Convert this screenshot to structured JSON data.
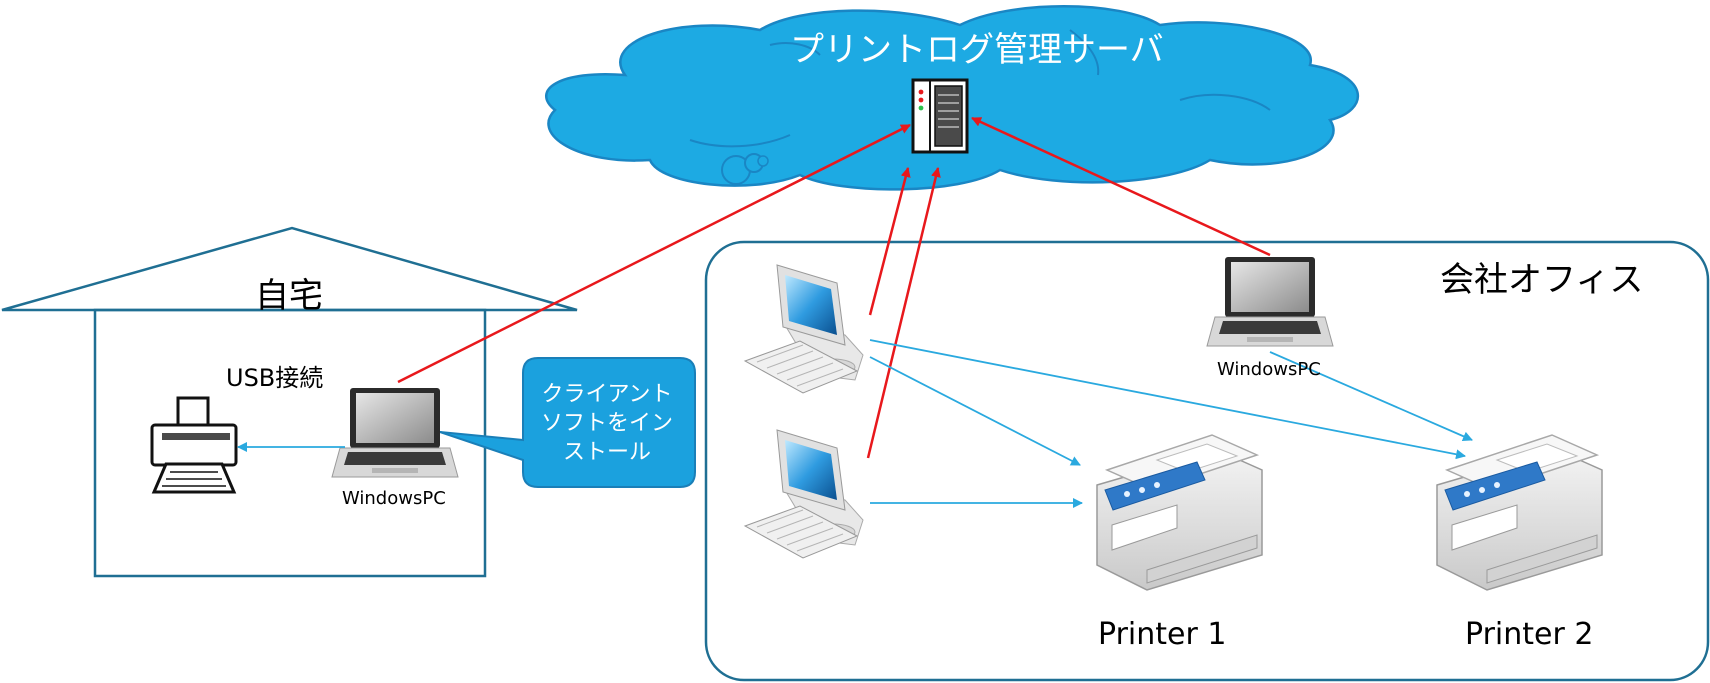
{
  "cloud": {
    "title": "プリントログ管理サーバ",
    "server_icon": "server-rack-icon"
  },
  "home": {
    "title": "自宅",
    "usb_label": "USB接続",
    "pc_label": "WindowsPC",
    "printer_icon": "printer-icon",
    "laptop_icon": "laptop-icon"
  },
  "callout": {
    "line1": "クライアント",
    "line2": "ソフトをイン",
    "line3": "ストール"
  },
  "office": {
    "title": "会社オフィス",
    "pc_label": "WindowsPC",
    "printer1_label": "Printer 1",
    "printer2_label": "Printer 2",
    "desktop_icon": "desktop-pc-icon",
    "laptop_icon": "laptop-icon",
    "mfp_icon": "multifunction-printer-icon"
  },
  "colors": {
    "cloud_fill": "#1daae3",
    "cloud_stroke": "#1a86c4",
    "frame_stroke": "#1f6f93",
    "log_arrow": "#e8181c",
    "print_arrow": "#2aa9df",
    "callout_fill": "#1ba1de"
  }
}
